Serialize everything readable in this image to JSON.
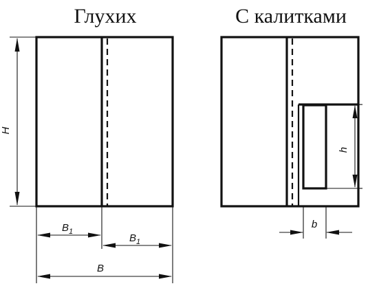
{
  "titles": {
    "left": "Глухих",
    "right": "С калитками"
  },
  "dimensions": {
    "height": "H",
    "leaf_width_letter": "B",
    "leaf_width_index": "1",
    "total_width": "B",
    "wicket_height": "h",
    "wicket_width": "b"
  }
}
